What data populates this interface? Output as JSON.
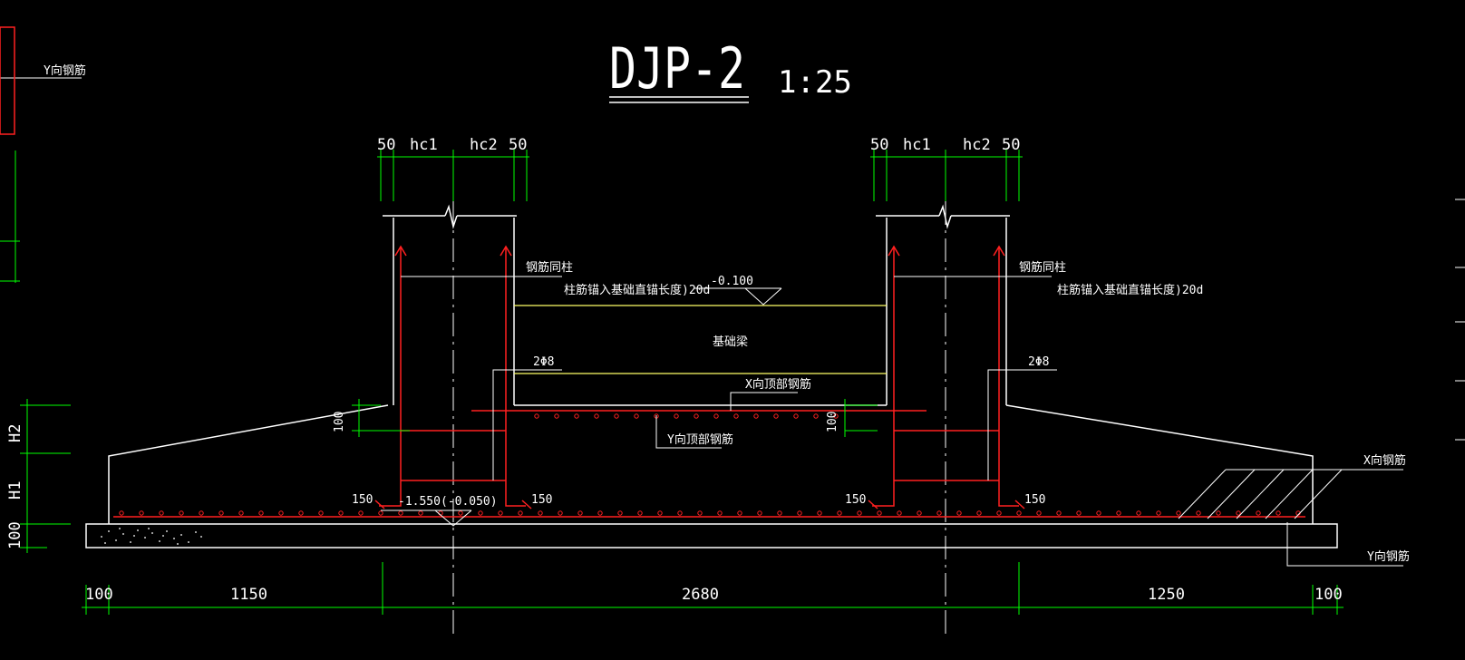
{
  "colors": {
    "background": "#000000",
    "outline": "#ffffff",
    "rebar": "#ff2020",
    "dimension": "#00ff00",
    "beam_line": "#ffff66"
  },
  "title": {
    "name": "DJP-2",
    "scale": "1:25"
  },
  "labels": {
    "y_rebar_topleft": "Y向钢筋",
    "y_rebar_right": "Y向钢筋",
    "x_rebar_right": "X向钢筋",
    "column_rebar_left": "钢筋同柱",
    "column_rebar_right": "钢筋同柱",
    "anchor_note_left": "柱筋锚入基础直锚长度)20d",
    "anchor_note_right": "柱筋锚入基础直锚长度)20d",
    "top_elevation": "-0.100",
    "bottom_elevation": "-1.550(-0.050)",
    "foundation_beam": "基础梁",
    "stirrup_left": "2Φ8",
    "stirrup_right": "2Φ8",
    "x_top_bar": "X向顶部钢筋",
    "y_top_bar": "Y向顶部钢筋"
  },
  "dimensions": {
    "left_column": [
      "50",
      "hc1",
      "hc2",
      "50"
    ],
    "right_column": [
      "50",
      "hc1",
      "hc2",
      "50"
    ],
    "bottom": [
      "100",
      "1150",
      "2680",
      "1250",
      "100"
    ],
    "vertical_left": [
      "H2",
      "H1",
      "100"
    ],
    "step_left": "100",
    "step_right": "100",
    "hook_left_1": "150",
    "hook_left_2": "150",
    "hook_right_1": "150",
    "hook_right_2": "150"
  }
}
